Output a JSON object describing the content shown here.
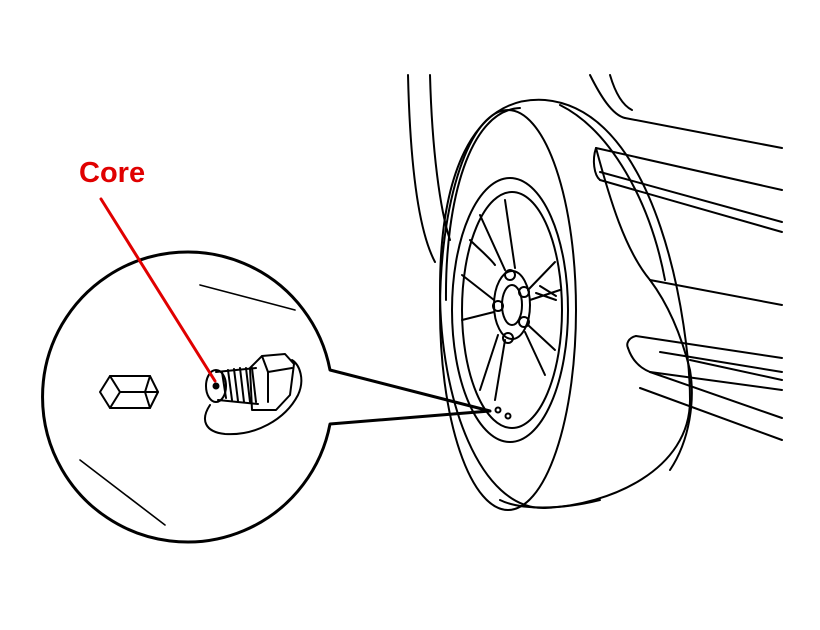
{
  "callout": {
    "label": "Core",
    "color": "#e00000"
  },
  "line_color": "#000000",
  "icons": {
    "wheel": "tire-wheel-illustration",
    "valve": "valve-stem-illustration",
    "cap": "valve-cap-illustration",
    "vehicle": "vehicle-body-illustration"
  }
}
